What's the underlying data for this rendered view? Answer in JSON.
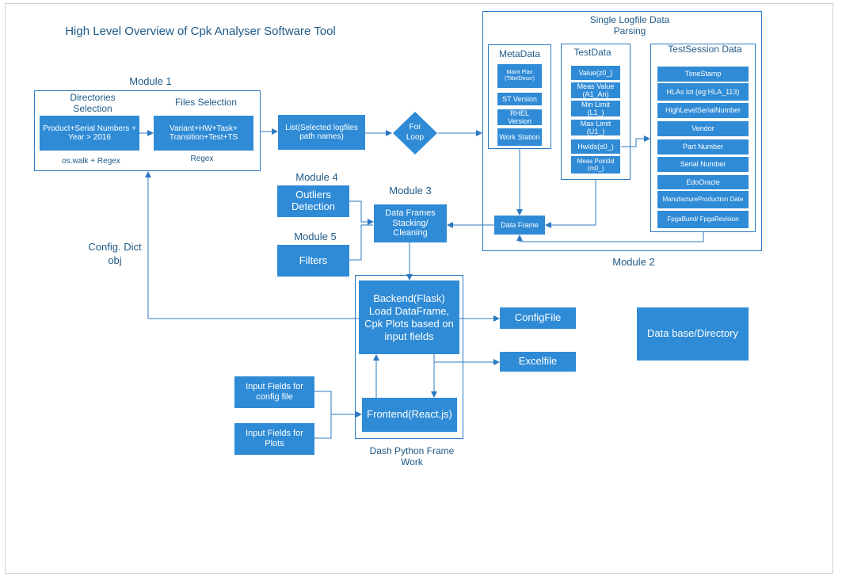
{
  "title": "High Level Overview of Cpk Analyser Software Tool",
  "colors": {
    "box_fill": "#2f8bd6",
    "frame_border": "#2b79c2",
    "text": "#1f5a87",
    "arrow": "#2b79c2"
  },
  "module1": {
    "label": "Module 1",
    "dir_selection": "Directories Selection",
    "files_selection": "Files Selection",
    "product_box": "Product+Serial Numbers + Year > 2016",
    "variant_box": "Variant+HW+Task+ Transition+Test+TS",
    "os_walk": "os.walk + Regex",
    "regex": "Regex"
  },
  "list_box": "List(Selected logfiles path names)",
  "for_loop": "For Loop",
  "module2": {
    "label": "Module 2",
    "title": "Single Logfile Data Parsing",
    "metadata": {
      "title": "MetaData",
      "items": [
        "Maint Plan (Title/Descr)",
        "ST Version",
        "RHEL Version",
        "Work Station"
      ]
    },
    "testdata": {
      "title": "TestData",
      "items": [
        "Value(z0_)",
        "Meas Value (A1_An)",
        "Min Limit (L1_)",
        "Max Limit (U1_)",
        "HwIds(s0_)",
        "Meas PointId (m0_)"
      ]
    },
    "testsession": {
      "title": "TestSession Data",
      "items": [
        "TimeStamp",
        "HLAs lot (eg:HLA_113)",
        "HighLevelSerialNumber",
        "Vendor",
        "Part Number",
        "Serial Number",
        "EdoOracle",
        "ManufactureProduction Date",
        "FpgaBund/ FpgaRevision"
      ]
    },
    "data_frame": "Data Frame"
  },
  "module3": {
    "label": "Module 3",
    "box": "Data Frames Stacking/ Cleaning"
  },
  "module4": {
    "label": "Module 4",
    "box": "Outliers Detection"
  },
  "module5": {
    "label": "Module 5",
    "box": "Filters"
  },
  "config_dict": "Config. Dict obj",
  "backend": "Backend(Flask) Load DataFrame, Cpk Plots based on input fields",
  "frontend": "Frontend(React.js)",
  "dash_label": "Dash Python Frame Work",
  "config_file": "ConfigFile",
  "excel_file": "Excelfile",
  "input_config": "Input Fields for config file",
  "input_plots": "Input Fields for Plots",
  "database": "Data base/Directory"
}
